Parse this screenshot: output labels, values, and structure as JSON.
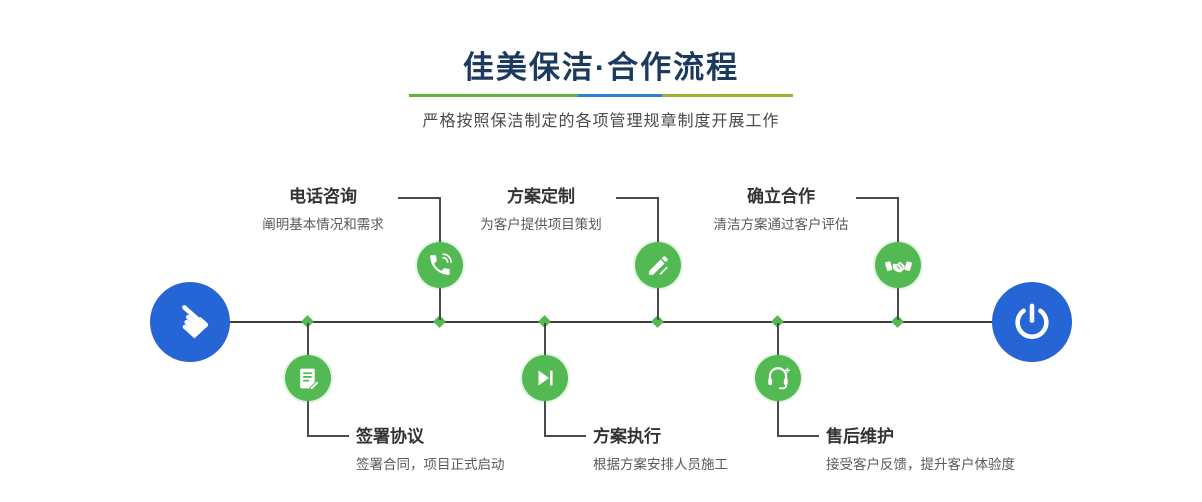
{
  "header": {
    "title": "佳美保洁·合作流程",
    "subtitle": "严格按照保洁制定的各项管理规章制度开展工作"
  },
  "colors": {
    "title_navy": "#1c3a5e",
    "accent_green": "#53b953",
    "accent_blue": "#2565d5",
    "divider_green": "#5fb33e",
    "divider_blue": "#2f7fd6",
    "divider_olive": "#9fae35",
    "line_gray": "#4a4a4a"
  },
  "timeline": {
    "start_icon": "pointing-hand-icon",
    "start_glyph": "☚",
    "end_icon": "power-icon"
  },
  "steps": [
    {
      "title": "电话咨询",
      "desc": "阐明基本情况和需求",
      "icon": "phone-icon",
      "position": "top"
    },
    {
      "title": "方案定制",
      "desc": "为客户提供项目策划",
      "icon": "pencil-icon",
      "position": "top"
    },
    {
      "title": "确立合作",
      "desc": "清洁方案通过客户评估",
      "icon": "handshake-icon",
      "position": "top"
    },
    {
      "title": "签署协议",
      "desc": "签署合同，项目正式启动",
      "icon": "contract-icon",
      "position": "bottom"
    },
    {
      "title": "方案执行",
      "desc": "根据方案安排人员施工",
      "icon": "play-icon",
      "position": "bottom"
    },
    {
      "title": "售后维护",
      "desc": "接受客户反馈，提升客户体验度",
      "icon": "headset-icon",
      "position": "bottom"
    }
  ]
}
